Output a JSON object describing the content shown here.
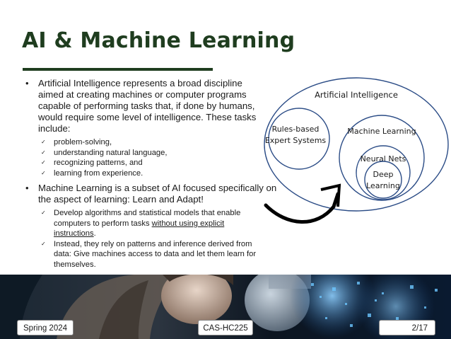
{
  "slide": {
    "title": "AI & Machine Learning",
    "bullets": [
      {
        "text": "Artificial Intelligence represents a broad discipline aimed at creating machines or computer programs capable of performing tasks that, if done by humans, would require some level of intelligence. These tasks include:",
        "subitems": [
          "problem-solving,",
          "understanding natural language,",
          "recognizing patterns, and",
          "learning from experience."
        ]
      },
      {
        "text": "Machine Learning is a subset of AI focused specifically on the aspect of learning: Learn and Adapt!",
        "sub1_before": "Develop algorithms and statistical models that enable computers to perform tasks ",
        "sub1_link": "without using explicit instructions",
        "sub1_after": ".",
        "sub2": "Instead, they rely on patterns and inference derived from data: Give machines access to data and let them learn for themselves."
      }
    ]
  },
  "diagram": {
    "outer_label": "Artificial Intelligence",
    "left_label_line1": "Rules-based",
    "left_label_line2": "Expert Systems",
    "ml_label": "Machine Learning",
    "nn_label": "Neural Nets",
    "dl_label_line1": "Deep",
    "dl_label_line2": "Learning"
  },
  "footer": {
    "left": "Spring 2024",
    "center": "CAS-HC225",
    "right": "2/17"
  },
  "colors": {
    "title": "#1f3d1f",
    "text": "#1a1a1a",
    "diagram_stroke": "#2b4c86",
    "banner_dark": "#0b1622",
    "banner_blue": "#3a88c8"
  }
}
